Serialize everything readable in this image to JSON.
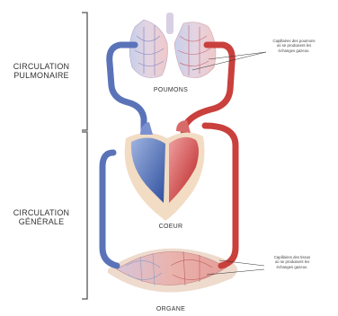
{
  "sections": {
    "pulmonary": [
      "CIRCULATION",
      "PULMONAIRE"
    ],
    "systemic": [
      "CIRCULATION",
      "GÉNÉRALE"
    ]
  },
  "organs": {
    "lungs": "POUMONS",
    "heart": "COEUR",
    "organ": "ORGANE"
  },
  "notes": {
    "lungs": [
      "Capillaires des poumons",
      "où se produisent les",
      "échanges gazeux."
    ],
    "organ": [
      "Capillaires des tissus",
      "où se produisent les",
      "échanges gazeux."
    ]
  },
  "colors": {
    "arterial": "#c9403c",
    "venous": "#5a73b8",
    "tissue": "#efc9b4",
    "bracket": "#555555"
  }
}
